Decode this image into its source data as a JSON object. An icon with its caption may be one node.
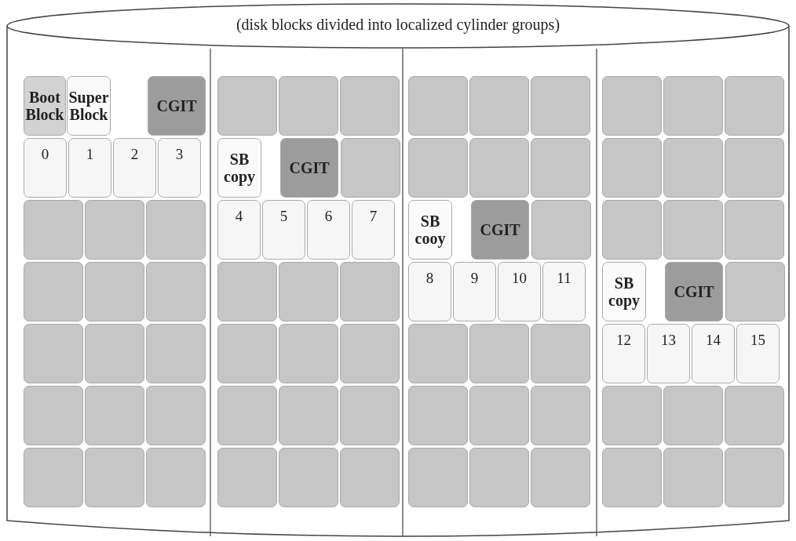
{
  "diagram": {
    "nodes": [
      {
        "text": [
          "(disk blocks divided into localized cylinder groups)"
        ]
      },
      {
        "text": [
          "Boot Block"
        ],
        "in": 0
      },
      {
        "text": [
          "Super Block"
        ],
        "in": 0
      },
      {
        "text": [
          "CGIT"
        ],
        "in": 0
      },
      {
        "text": [
          "0"
        ],
        "in": 0
      },
      {
        "text": [
          "1"
        ],
        "in": 0
      },
      {
        "text": [
          "2"
        ],
        "in": 0
      },
      {
        "text": [
          "3"
        ],
        "in": 0
      },
      {
        "text": [],
        "shape": "box",
        "in": 0
      },
      {
        "text": [],
        "shape": "box",
        "in": 0
      },
      {
        "text": [],
        "shape": "box",
        "in": 0
      },
      {
        "text": [],
        "shape": "box",
        "in": 0
      },
      {
        "text": [],
        "shape": "box",
        "in": 0
      },
      {
        "text": [],
        "shape": "box",
        "in": 0
      },
      {
        "text": [],
        "shape": "box",
        "in": 0
      },
      {
        "text": [],
        "shape": "box",
        "in": 0
      },
      {
        "text": [],
        "shape": "box",
        "in": 0
      },
      {
        "text": [],
        "shape": "box",
        "in": 0
      },
      {
        "text": [],
        "shape": "box",
        "in": 0
      },
      {
        "text": [],
        "shape": "box",
        "in": 0
      },
      {
        "text": [],
        "shape": "box",
        "in": 0
      },
      {
        "text": [],
        "shape": "box",
        "in": 0
      },
      {
        "text": [],
        "shape": "box",
        "in": 0
      },
      {
        "text": [],
        "shape": "box",
        "in": 0
      },
      {
        "text": [],
        "shape": "box",
        "in": 0
      },
      {
        "text": [],
        "shape": "box",
        "in": 0
      },
      {
        "text": [
          "SB copy"
        ],
        "in": 0
      },
      {
        "text": [
          "CGIT"
        ],
        "in": 0
      },
      {
        "text": [],
        "shape": "box",
        "in": 0
      },
      {
        "text": [
          "4"
        ],
        "in": 0
      },
      {
        "text": [
          "5"
        ],
        "in": 0
      },
      {
        "text": [
          "6"
        ],
        "in": 0
      },
      {
        "text": [
          "7"
        ],
        "in": 0
      },
      {
        "text": [],
        "shape": "box",
        "in": 0
      },
      {
        "text": [],
        "shape": "box",
        "in": 0
      },
      {
        "text": [],
        "shape": "box",
        "in": 0
      },
      {
        "text": [],
        "shape": "box",
        "in": 0
      },
      {
        "text": [],
        "shape": "box",
        "in": 0
      },
      {
        "text": [],
        "shape": "box",
        "in": 0
      },
      {
        "text": [],
        "shape": "box",
        "in": 0
      },
      {
        "text": [],
        "shape": "box",
        "in": 0
      },
      {
        "text": [],
        "shape": "box",
        "in": 0
      },
      {
        "text": [],
        "shape": "box",
        "in": 0
      },
      {
        "text": [],
        "shape": "box",
        "in": 0
      },
      {
        "text": [],
        "shape": "box",
        "in": 0
      },
      {
        "text": [],
        "shape": "box",
        "in": 0
      },
      {
        "text": [],
        "shape": "box",
        "in": 0
      },
      {
        "text": [],
        "shape": "box",
        "in": 0
      },
      {
        "text": [],
        "shape": "box",
        "in": 0
      },
      {
        "text": [],
        "shape": "box",
        "in": 0
      },
      {
        "text": [],
        "shape": "box",
        "in": 0
      },
      {
        "text": [
          "SB cooy"
        ],
        "in": 0
      },
      {
        "text": [
          "CGIT"
        ],
        "in": 0
      },
      {
        "text": [],
        "shape": "box",
        "in": 0
      },
      {
        "text": [
          "8"
        ],
        "in": 0
      },
      {
        "text": [
          "9"
        ],
        "in": 0
      },
      {
        "text": [
          "10"
        ],
        "in": 0
      },
      {
        "text": [
          "11"
        ],
        "in": 0
      },
      {
        "text": [],
        "shape": "box",
        "in": 0
      },
      {
        "text": [],
        "shape": "box",
        "in": 0
      },
      {
        "text": [],
        "shape": "box",
        "in": 0
      },
      {
        "text": [],
        "shape": "box",
        "in": 0
      },
      {
        "text": [],
        "shape": "box",
        "in": 0
      },
      {
        "text": [],
        "shape": "box",
        "in": 0
      },
      {
        "text": [],
        "shape": "box",
        "in": 0
      },
      {
        "text": [],
        "shape": "box",
        "in": 0
      },
      {
        "text": [],
        "shape": "box",
        "in": 0
      },
      {
        "text": [],
        "shape": "box",
        "in": 0
      },
      {
        "text": [],
        "shape": "box",
        "in": 0
      },
      {
        "text": [],
        "shape": "box",
        "in": 0
      },
      {
        "text": [],
        "shape": "box",
        "in": 0
      },
      {
        "text": [],
        "shape": "box",
        "in": 0
      },
      {
        "text": [],
        "shape": "box",
        "in": 0
      },
      {
        "text": [],
        "shape": "box",
        "in": 0
      },
      {
        "text": [],
        "shape": "box",
        "in": 0
      },
      {
        "text": [],
        "shape": "box",
        "in": 0
      },
      {
        "text": [
          "SB copy"
        ],
        "in": 0
      },
      {
        "text": [
          "CGIT"
        ],
        "in": 0
      },
      {
        "text": [],
        "shape": "box",
        "in": 0
      },
      {
        "text": [
          "12"
        ],
        "in": 0
      },
      {
        "text": [
          "13"
        ],
        "in": 0
      },
      {
        "text": [
          "14"
        ],
        "in": 0
      },
      {
        "text": [
          "15"
        ],
        "in": 0
      },
      {
        "text": [],
        "shape": "box",
        "in": 0
      },
      {
        "text": [],
        "shape": "box",
        "in": 0
      },
      {
        "text": [],
        "shape": "box",
        "in": 0
      },
      {
        "text": [],
        "shape": "box",
        "in": 0
      },
      {
        "text": [],
        "shape": "box",
        "in": 0
      },
      {
        "text": [],
        "shape": "box",
        "in": 0
      }
    ],
    "edges": []
  }
}
